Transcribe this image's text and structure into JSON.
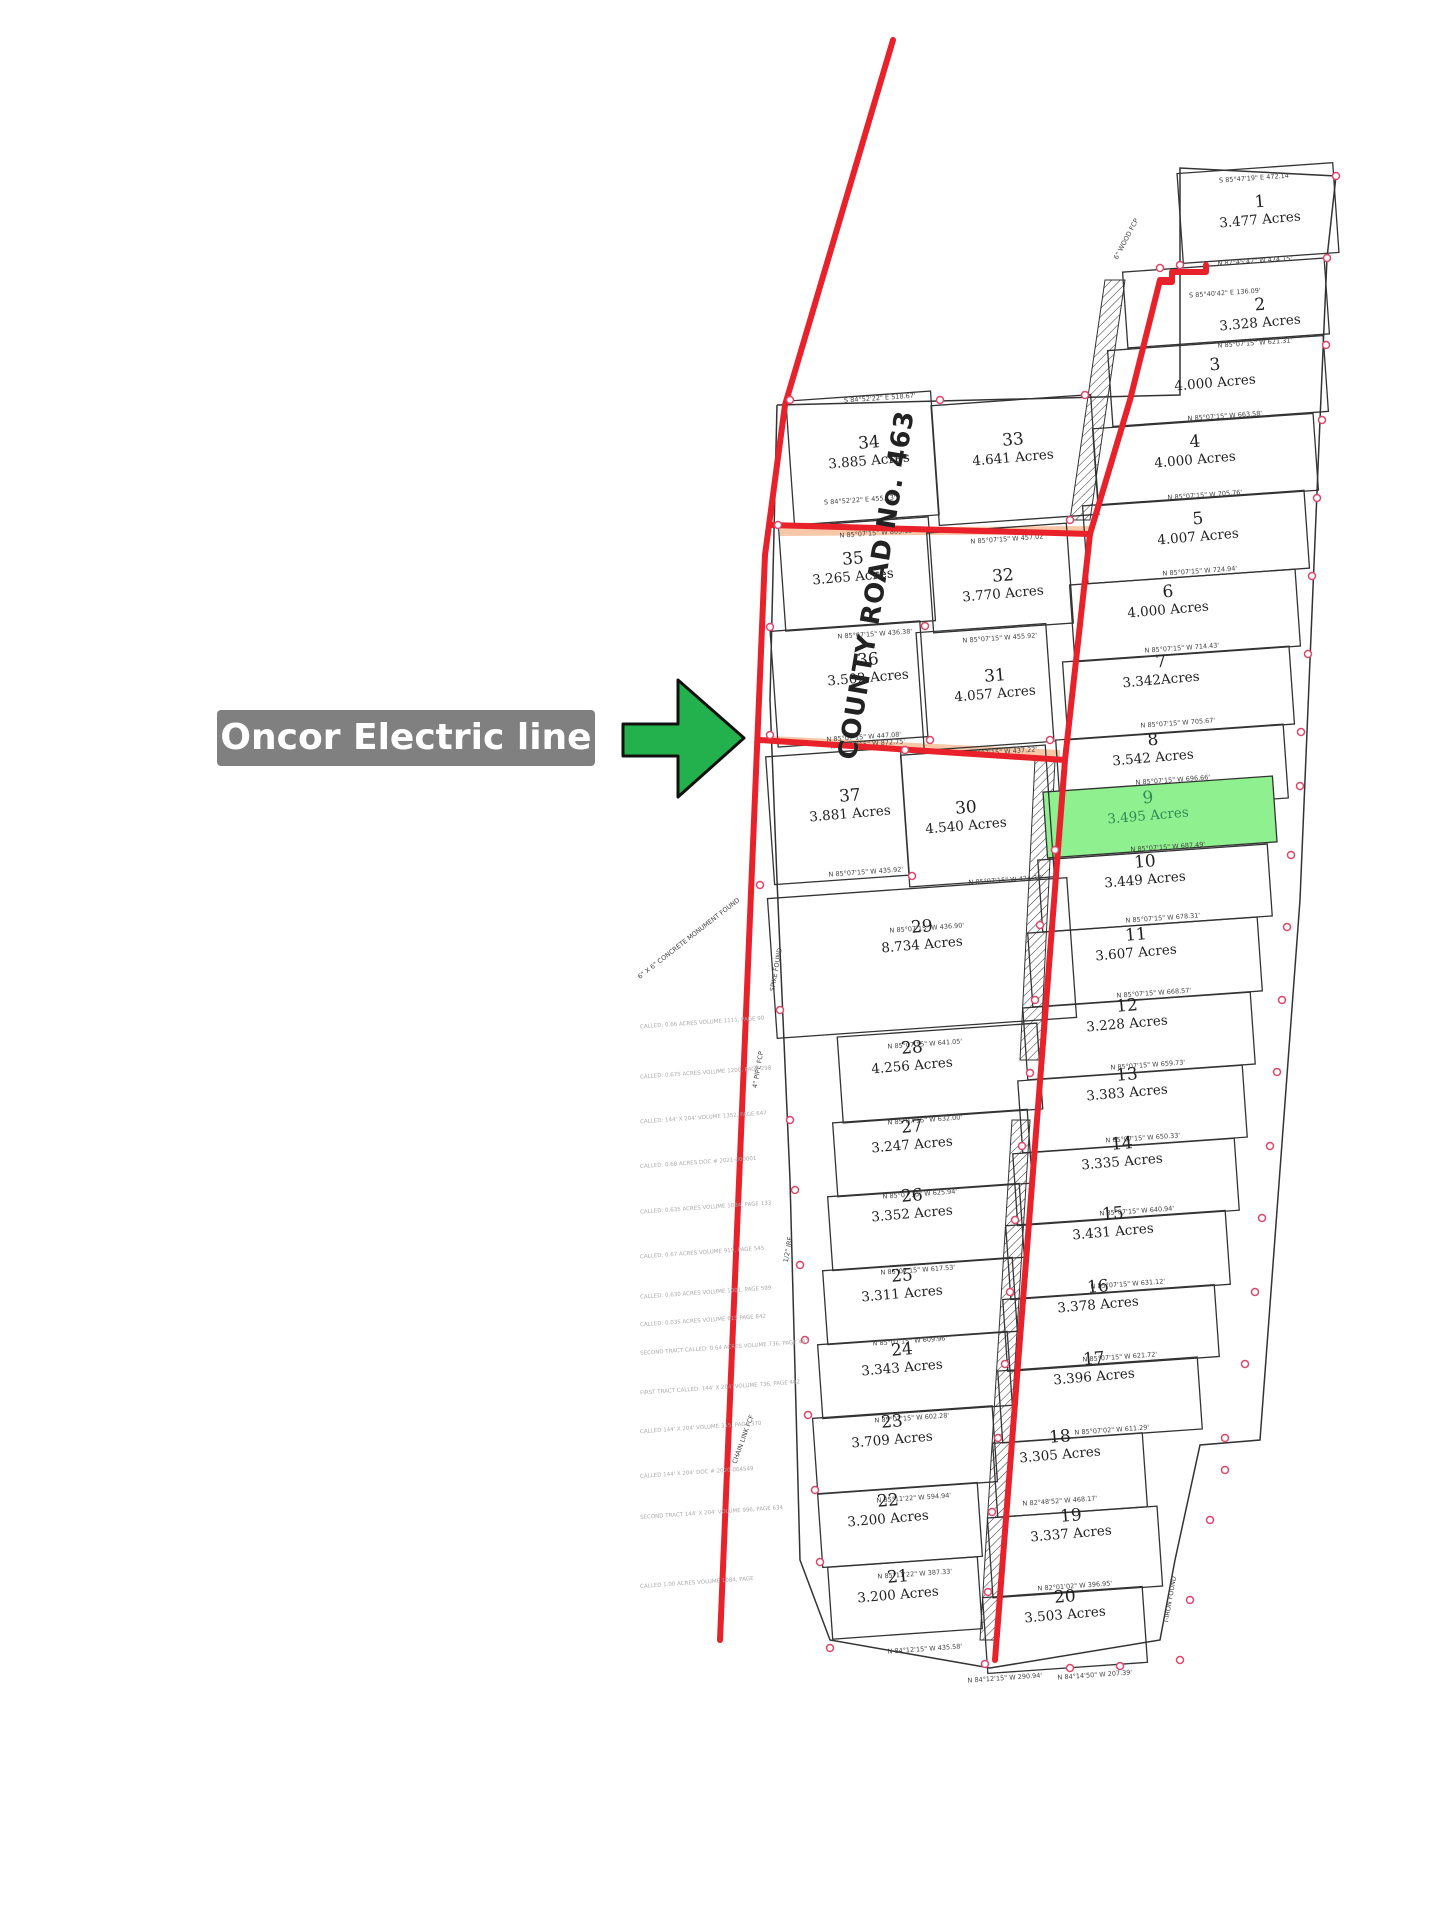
{
  "callout": {
    "label": "Oncor Electric line",
    "arrow_color": "#22b14c",
    "line_color": "#e8212a"
  },
  "road": {
    "label": "COUNTY ROAD No. 463"
  },
  "highlight_lot": {
    "number": "9",
    "color": "#8ef08e"
  },
  "lots": [
    {
      "number": "1",
      "acres": "3.477 Acres"
    },
    {
      "number": "2",
      "acres": "3.328 Acres"
    },
    {
      "number": "3",
      "acres": "4.000 Acres"
    },
    {
      "number": "4",
      "acres": "4.000 Acres"
    },
    {
      "number": "5",
      "acres": "4.007 Acres"
    },
    {
      "number": "6",
      "acres": "4.000 Acres"
    },
    {
      "number": "7",
      "acres": "3.342Acres"
    },
    {
      "number": "8",
      "acres": "3.542 Acres"
    },
    {
      "number": "9",
      "acres": "3.495 Acres"
    },
    {
      "number": "10",
      "acres": "3.449 Acres"
    },
    {
      "number": "11",
      "acres": "3.607 Acres"
    },
    {
      "number": "12",
      "acres": "3.228 Acres"
    },
    {
      "number": "13",
      "acres": "3.383 Acres"
    },
    {
      "number": "14",
      "acres": "3.335 Acres"
    },
    {
      "number": "15",
      "acres": "3.431 Acres"
    },
    {
      "number": "16",
      "acres": "3.378 Acres"
    },
    {
      "number": "17",
      "acres": "3.396 Acres"
    },
    {
      "number": "18",
      "acres": "3.305 Acres"
    },
    {
      "number": "19",
      "acres": "3.337 Acres"
    },
    {
      "number": "20",
      "acres": "3.503 Acres"
    },
    {
      "number": "21",
      "acres": "3.200 Acres"
    },
    {
      "number": "22",
      "acres": "3.200 Acres"
    },
    {
      "number": "23",
      "acres": "3.709 Acres"
    },
    {
      "number": "24",
      "acres": "3.343 Acres"
    },
    {
      "number": "25",
      "acres": "3.311 Acres"
    },
    {
      "number": "26",
      "acres": "3.352 Acres"
    },
    {
      "number": "27",
      "acres": "3.247 Acres"
    },
    {
      "number": "28",
      "acres": "4.256 Acres"
    },
    {
      "number": "29",
      "acres": "8.734 Acres"
    },
    {
      "number": "30",
      "acres": "4.540 Acres"
    },
    {
      "number": "31",
      "acres": "4.057 Acres"
    },
    {
      "number": "32",
      "acres": "3.770 Acres"
    },
    {
      "number": "33",
      "acres": "4.641 Acres"
    },
    {
      "number": "34",
      "acres": "3.885 Acres"
    },
    {
      "number": "35",
      "acres": "3.265 Acres"
    },
    {
      "number": "36",
      "acres": "3.502 Acres"
    },
    {
      "number": "37",
      "acres": "3.881 Acres"
    }
  ],
  "bearings": [
    "S 85°47'19\" E 472.14'",
    "N 87°45'42\" W 474.15'",
    "S 85°40'42\" E 136.09'",
    "N 85°07'15\" W 621.31'",
    "N 85°07'15\" W 663.58'",
    "N 85°07'15\" W 705.76'",
    "N 85°07'15\" W 724.94'",
    "N 85°07'15\" W 714.43'",
    "N 85°07'15\" W 705.67'",
    "N 85°07'15\" W 696.66'",
    "N 85°07'15\" W 687.49'",
    "N 85°07'15\" W 678.31'",
    "N 85°07'15\" W 668.57'",
    "N 85°07'15\" W 659.73'",
    "N 85°07'15\" W 650.33'",
    "N 85°07'15\" W 640.94'",
    "N 85°07'15\" W 631.12'",
    "N 85°07'15\" W 621.72'",
    "N 85°07'02\" W 611.29'",
    "N 82°48'52\" W 468.17'",
    "N 82°01'02\" W 396.95'",
    "N 84°12'15\" W 290.94'",
    "N 84°14'50\" W 207.39'",
    "N 84°12'15\" W 435.58'",
    "N 85°11'22\" W 387.33'",
    "N 85°11'22\" W 594.94'",
    "N 85°07'15\" W 602.28'",
    "N 85°07'15\" W 609.96'",
    "N 85°07'15\" W 617.53'",
    "N 85°07'15\" W 625.94'",
    "N 85°07'15\" W 632.00'",
    "N 85°07'15\" W 641.05'",
    "N 85°07'15\" W 436.90'",
    "N 85°07'15\" W 424.38'",
    "N 85°07'15\" W 435.92'",
    "N 85°07'15\" W 872.75'",
    "N 85°07'15\" W 437.22'",
    "N 85°07'15\" W 447.08'",
    "N 85°07'15\" W 436.38'",
    "N 85°07'15\" W 455.92'",
    "N 85°07'15\" W 863.15'",
    "N 85°07'15\" W 457.02'",
    "S 84°52'22\" E 455.13'",
    "S 84°52'22\" E 518.67'"
  ],
  "notes": [
    "CALLED: 0.66 ACRES VOLUME 1111, PAGE 90",
    "CALLED: 0.675 ACRES VOLUME 1200, PAGE 298",
    "CALLED: 144' X 204' VOLUME 1352, PAGE 647",
    "CALLED: 0.68 ACRES DOC # 2021-000001",
    "CALLED: 0.635 ACRES VOLUME 1084, PAGE 133",
    "CALLED: 0.67 ACRES VOLUME 919, PAGE 545",
    "CALLED: 0.630 ACRES VOLUME 1001, PAGE 599",
    "CALLED: 0.035 ACRES VOLUME 615 PAGE 842",
    "SECOND TRACT CALLED: 0.64 ACRES VOLUME 736, PAGE 482",
    "FIRST TRACT CALLED: 144' X 204' VOLUME 736, PAGE 482",
    "CALLED 144' X 204' VOLUME 315, PAGE 370",
    "CALLED 144' X 204' DOC # 2020-004549",
    "SECOND TRACT 144' X 204' VOLUME 996, PAGE 634",
    "CALLED 1.00 ACRES VOLUME 1084, PAGE"
  ],
  "markers": [
    "6\" WOOD FCP",
    "4\" PIPE FCP",
    "1/2\" IRF",
    "CHAIN LINK FCF",
    "SPIKE FOUND",
    "T-IRON FOUND",
    "6\" X 6\" CONCRETE MONUMENT FOUND"
  ]
}
